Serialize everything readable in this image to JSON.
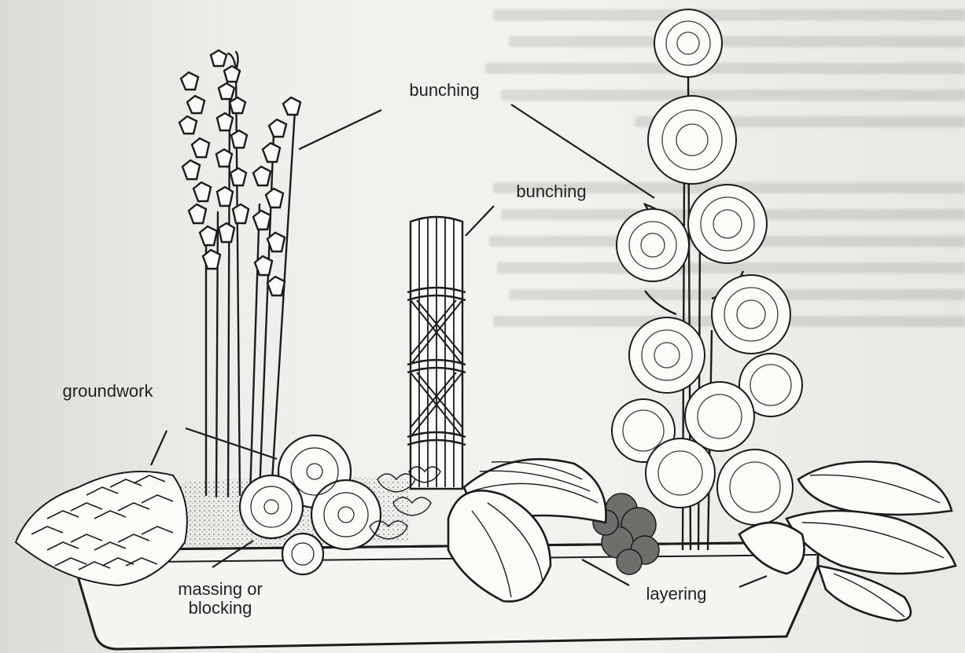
{
  "labels": {
    "bunching_top": "bunching",
    "bunching_middle": "bunching",
    "groundwork": "groundwork",
    "massing_or_blocking": "massing or\nblocking",
    "layering": "layering"
  },
  "colors": {
    "ink": "#1c1c1c",
    "paper": "#f1f0ec",
    "planter_fill": "#f5f4f0"
  },
  "elements": {
    "tall_bells": "bell-flower-stems",
    "bundle": "tied-stick-bundle",
    "pompom_tower": "pompom-flower-tower",
    "hosta_left": "hosta-leaves",
    "hosta_right": "hosta-leaves",
    "ground_cover": "ground-cover-mound",
    "daisy_cluster": "daisy-flower-cluster",
    "planter": "rectangular-planter"
  }
}
